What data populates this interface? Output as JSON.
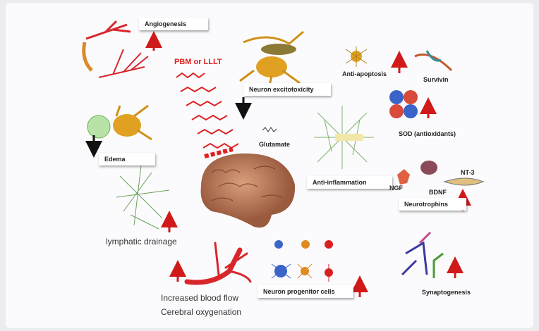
{
  "title_source": "PBM or LLLT",
  "labels": {
    "angiogenesis": "Angiogenesis",
    "neuron_excitotoxicity": "Neuron excitotoxicity",
    "anti_apoptosis": "Anti-apoptosis",
    "survivin": "Survivin",
    "sod": "SOD (antioxidants)",
    "glutamate": "Glutamate",
    "edema": "Edema",
    "anti_inflammation": "Anti-inflammation",
    "ngf": "NGF",
    "bdnf": "BDNF",
    "nt3": "NT-3",
    "neurotrophins": "Neurotrophins",
    "lymphatic_drainage": "lymphatic drainage",
    "blood_flow": "Increased blood flow",
    "oxygenation": "Cerebral oxygenation",
    "progenitor": "Neuron progenitor cells",
    "synaptogenesis": "Synaptogenesis"
  },
  "colors": {
    "increase_arrow": "#d01a1a",
    "decrease_arrow": "#111111",
    "laser": "#e02020",
    "vessel": "#d8262a"
  }
}
